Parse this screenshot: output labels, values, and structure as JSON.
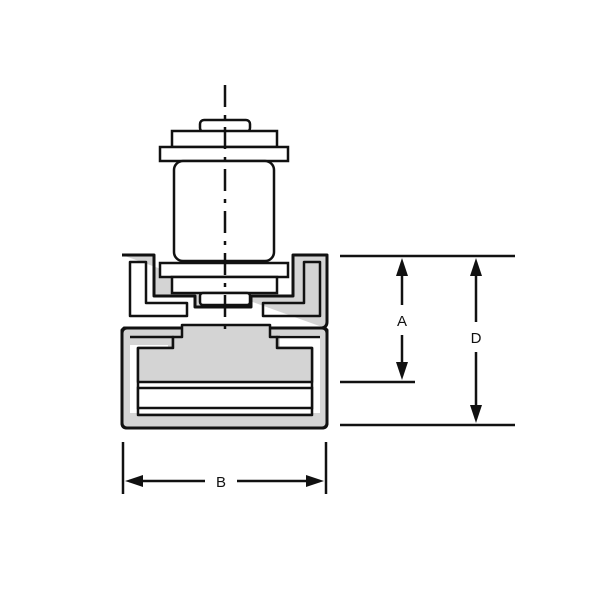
{
  "labels": {
    "a": "A",
    "b": "B",
    "d": "D"
  },
  "colors": {
    "stroke": "#111111",
    "profile_fill": "#d4d4d4",
    "background": "#ffffff"
  }
}
